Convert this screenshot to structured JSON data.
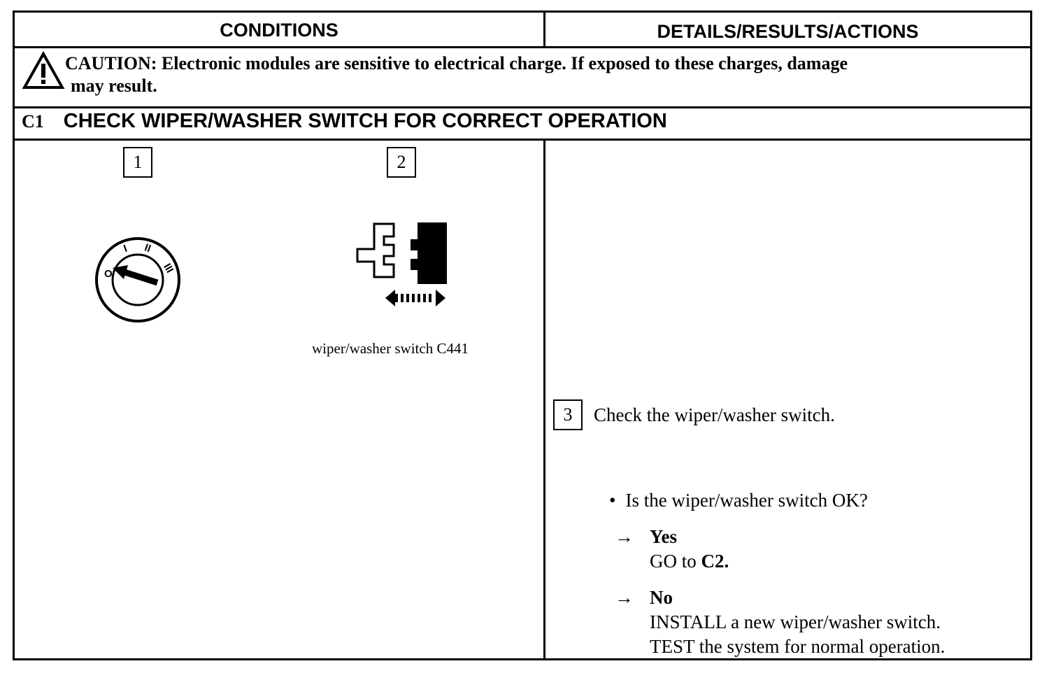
{
  "header": {
    "conditions": "CONDITIONS",
    "details": "DETAILS/RESULTS/ACTIONS"
  },
  "caution": {
    "label": "CAUTION:",
    "line1": "Electronic modules are sensitive to electrical charge. If exposed to these charges, damage",
    "line2": "may result.",
    "icon": "warning-triangle-icon"
  },
  "section": {
    "number": "C1",
    "title": "CHECK WIPER/WASHER SWITCH FOR CORRECT OPERATION"
  },
  "steps": [
    {
      "number": "1",
      "figure": "ignition-switch-off-icon"
    },
    {
      "number": "2",
      "figure": "connector-disconnect-icon",
      "caption": "wiper/washer switch C441"
    },
    {
      "number": "3",
      "text": "Check the wiper/washer switch."
    }
  ],
  "question": "Is the wiper/washer switch OK?",
  "answers": {
    "yes": {
      "label": "Yes",
      "text_prefix": "GO to ",
      "text_ref": "C2."
    },
    "no": {
      "label": "No",
      "line1": "INSTALL a new wiper/washer switch.",
      "line2": "TEST the system for normal operation."
    }
  },
  "ignition_positions": [
    "O",
    "I",
    "II",
    "III"
  ]
}
